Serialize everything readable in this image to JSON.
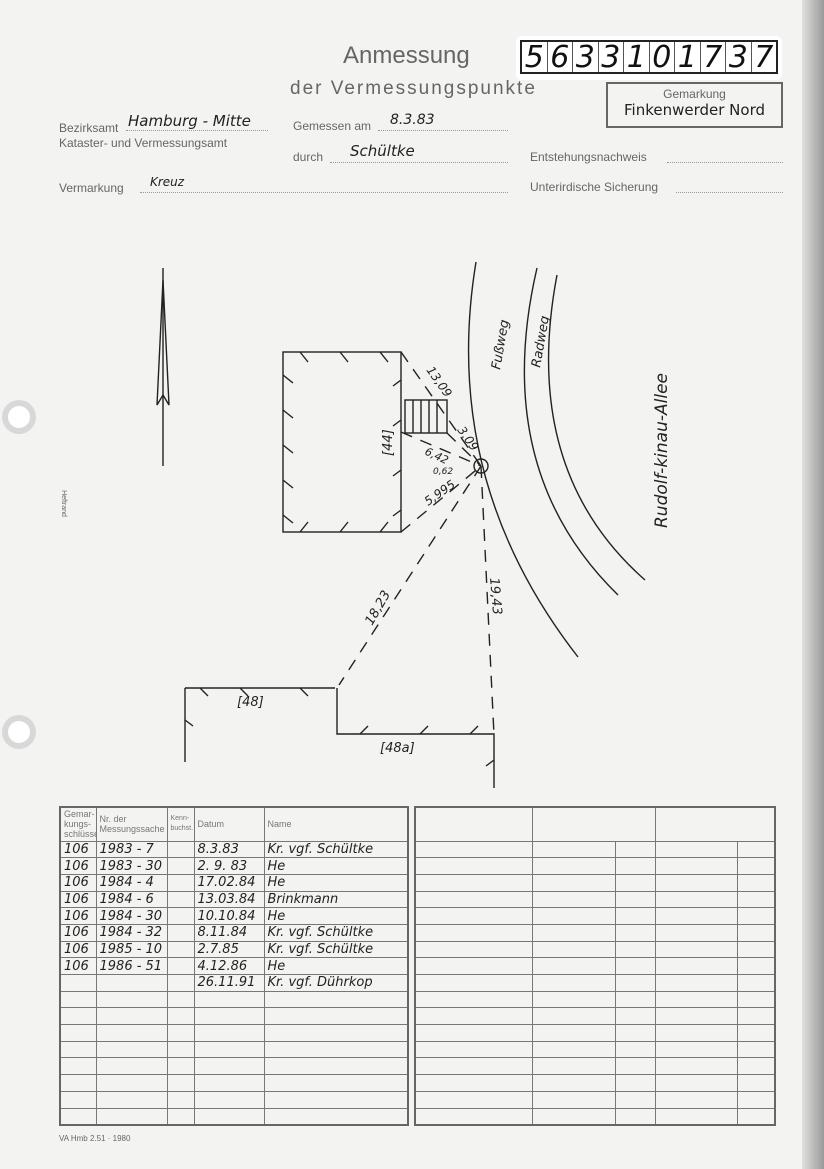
{
  "header": {
    "title": "Anmessung",
    "subtitle": "der Vermessungspunkte",
    "number_digits": [
      "5",
      "6",
      "3",
      "3",
      "1",
      "0",
      "1",
      "7",
      "3",
      "7"
    ],
    "gemarkung_label": "Gemarkung",
    "gemarkung_value": "Finkenwerder Nord"
  },
  "fields": {
    "bezirksamt_label": "Bezirksamt",
    "bezirksamt_value": "Hamburg - Mitte",
    "amt_label": "Kataster- und Vermessungsamt",
    "gemessen_label": "Gemessen am",
    "gemessen_value": "8.3.83",
    "durch_label": "durch",
    "durch_value": "Schültke",
    "entstehung_label": "Entstehungsnachweis",
    "vermarkung_label": "Vermarkung",
    "vermarkung_value": "Kreuz",
    "sicherung_label": "Unterirdische Sicherung"
  },
  "margin_label": "Heftrand",
  "sketch": {
    "fussweg": "Fußweg",
    "radweg": "Radweg",
    "street": "Rudolf-kinau-Allee",
    "building_44": "[44]",
    "building_48": "[48]",
    "building_48a": "[48a]",
    "dims": {
      "d1309": "13,09",
      "d309": "3,09",
      "d642": "6,42",
      "d062": "0,62",
      "d5995": "5,995",
      "d1823": "18,23",
      "d1943": "19,43"
    }
  },
  "table": {
    "headers": [
      "Gemar-kungs-schlüssel",
      "Nr. der Messungssache",
      "Kenn-buchst.",
      "Datum",
      "Name"
    ],
    "rows": [
      [
        "106",
        "1983 - 7",
        "",
        "8.3.83",
        "Kr. vgf. Schültke"
      ],
      [
        "106",
        "1983 - 30",
        "",
        "2. 9. 83",
        "He"
      ],
      [
        "106",
        "1984 - 4",
        "",
        "17.02.84",
        "He"
      ],
      [
        "106",
        "1984 - 6",
        "",
        "13.03.84",
        "Brinkmann"
      ],
      [
        "106",
        "1984 - 30",
        "",
        "10.10.84",
        "He"
      ],
      [
        "106",
        "1984 - 32",
        "",
        "8.11.84",
        "Kr. vgf. Schültke"
      ],
      [
        "106",
        "1985 - 10",
        "",
        "2.7.85",
        "Kr. vgf. Schültke"
      ],
      [
        "106",
        "1986 - 51",
        "",
        "4.12.86",
        "He"
      ],
      [
        "",
        "",
        "",
        "26.11.91",
        "Kr. vgf. Dührkop"
      ]
    ]
  },
  "footer": "VA Hmb 2.51 · 1980"
}
